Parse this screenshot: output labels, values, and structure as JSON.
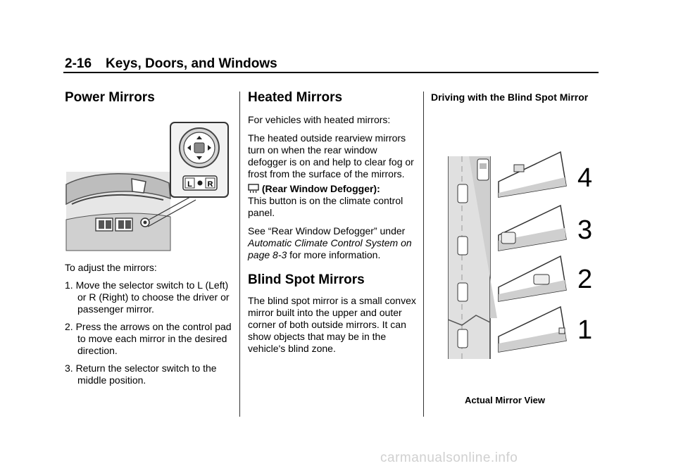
{
  "header": {
    "page_number": "2-16",
    "section": "Keys, Doors, and Windows"
  },
  "col1": {
    "title": "Power Mirrors",
    "intro": "To adjust the mirrors:",
    "steps": [
      "1. Move the selector switch to L (Left) or R (Right) to choose the driver or passenger mirror.",
      "2. Press the arrows on the control pad to move each mirror in the desired direction.",
      "3. Return the selector switch to the middle position."
    ],
    "figure": {
      "switch_left": "L",
      "switch_right": "R"
    }
  },
  "col2": {
    "title": "Heated Mirrors",
    "p1": "For vehicles with heated mirrors:",
    "p2": "The heated outside rearview mirrors turn on when the rear window defogger is on and help to clear fog or frost from the surface of the mirrors.",
    "defog_label": "(Rear Window Defogger):",
    "defog_text": "This button is on the climate control panel.",
    "see_prefix": "See “Rear Window Defogger” under",
    "see_link": "Automatic Climate Control System on page 8-3",
    "see_suffix": " for more information.",
    "title2": "Blind Spot Mirrors",
    "p3": "The blind spot mirror is a small convex mirror built into the upper and outer corner of both outside mirrors. It can show objects that may be in the vehicle's blind zone."
  },
  "col3": {
    "title": "Driving with the Blind Spot Mirror",
    "labels": [
      "4",
      "3",
      "2",
      "1"
    ],
    "caption": "Actual Mirror View"
  },
  "watermark": "carmanualsonline.info"
}
